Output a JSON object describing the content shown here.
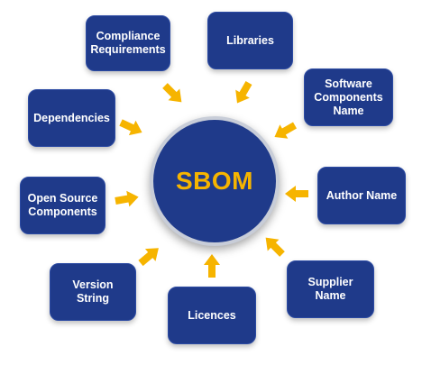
{
  "center": {
    "label": "SBOM"
  },
  "nodes": [
    {
      "id": "compliance",
      "label": "Compliance\nRequirements"
    },
    {
      "id": "libraries",
      "label": "Libraries"
    },
    {
      "id": "software-components",
      "label": "Software\nComponents\nName"
    },
    {
      "id": "dependencies",
      "label": "Dependencies"
    },
    {
      "id": "author-name",
      "label": "Author Name"
    },
    {
      "id": "open-source",
      "label": "Open Source\nComponents"
    },
    {
      "id": "supplier-name",
      "label": "Supplier Name"
    },
    {
      "id": "version-string",
      "label": "Version\nString"
    },
    {
      "id": "licences",
      "label": "Licences"
    }
  ],
  "colors": {
    "box": "#1f3a8a",
    "arrow": "#f6b400",
    "center_text": "#f6b400"
  }
}
